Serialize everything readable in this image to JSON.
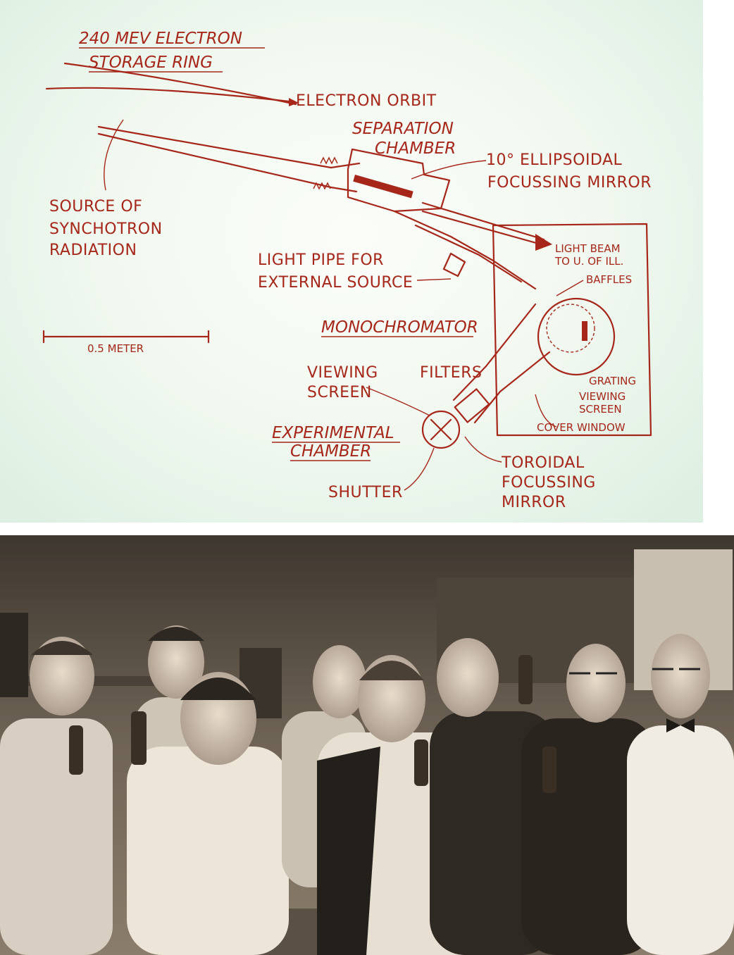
{
  "diagram": {
    "title_line1": "240 MEV ELECTRON",
    "title_line2": "STORAGE RING",
    "electron_orbit": "ELECTRON ORBIT",
    "separation_line1": "SEPARATION",
    "separation_line2": "CHAMBER",
    "mirror_line1": "10° ELLIPSOIDAL",
    "mirror_line2": "FOCUSSING MIRROR",
    "source_line1": "SOURCE OF",
    "source_line2": "SYNCHOTRON",
    "source_line3": "RADIATION",
    "light_pipe_line1": "LIGHT PIPE FOR",
    "light_pipe_line2": "EXTERNAL SOURCE",
    "light_beam_line1": "LIGHT BEAM",
    "light_beam_line2": "TO U. OF ILL.",
    "baffles": "BAFFLES",
    "scale": "0.5 METER",
    "monochromator": "MONOCHROMATOR",
    "viewing_screen_line1": "VIEWING",
    "viewing_screen_line2": "SCREEN",
    "filters": "FILTERS",
    "grating": "GRATING",
    "viewing_screen_small_line1": "VIEWING",
    "viewing_screen_small_line2": "SCREEN",
    "cover_window": "COVER WINDOW",
    "experimental_line1": "EXPERIMENTAL",
    "experimental_line2": "CHAMBER",
    "toroidal_line1": "TOROIDAL",
    "toroidal_line2": "FOCUSSING",
    "toroidal_line3": "MIRROR",
    "shutter": "SHUTTER",
    "ink_color": "#a6271a",
    "background_color": "#e6f4ea"
  },
  "photo": {
    "subject": "group-photo-people",
    "tone": "sepia"
  }
}
